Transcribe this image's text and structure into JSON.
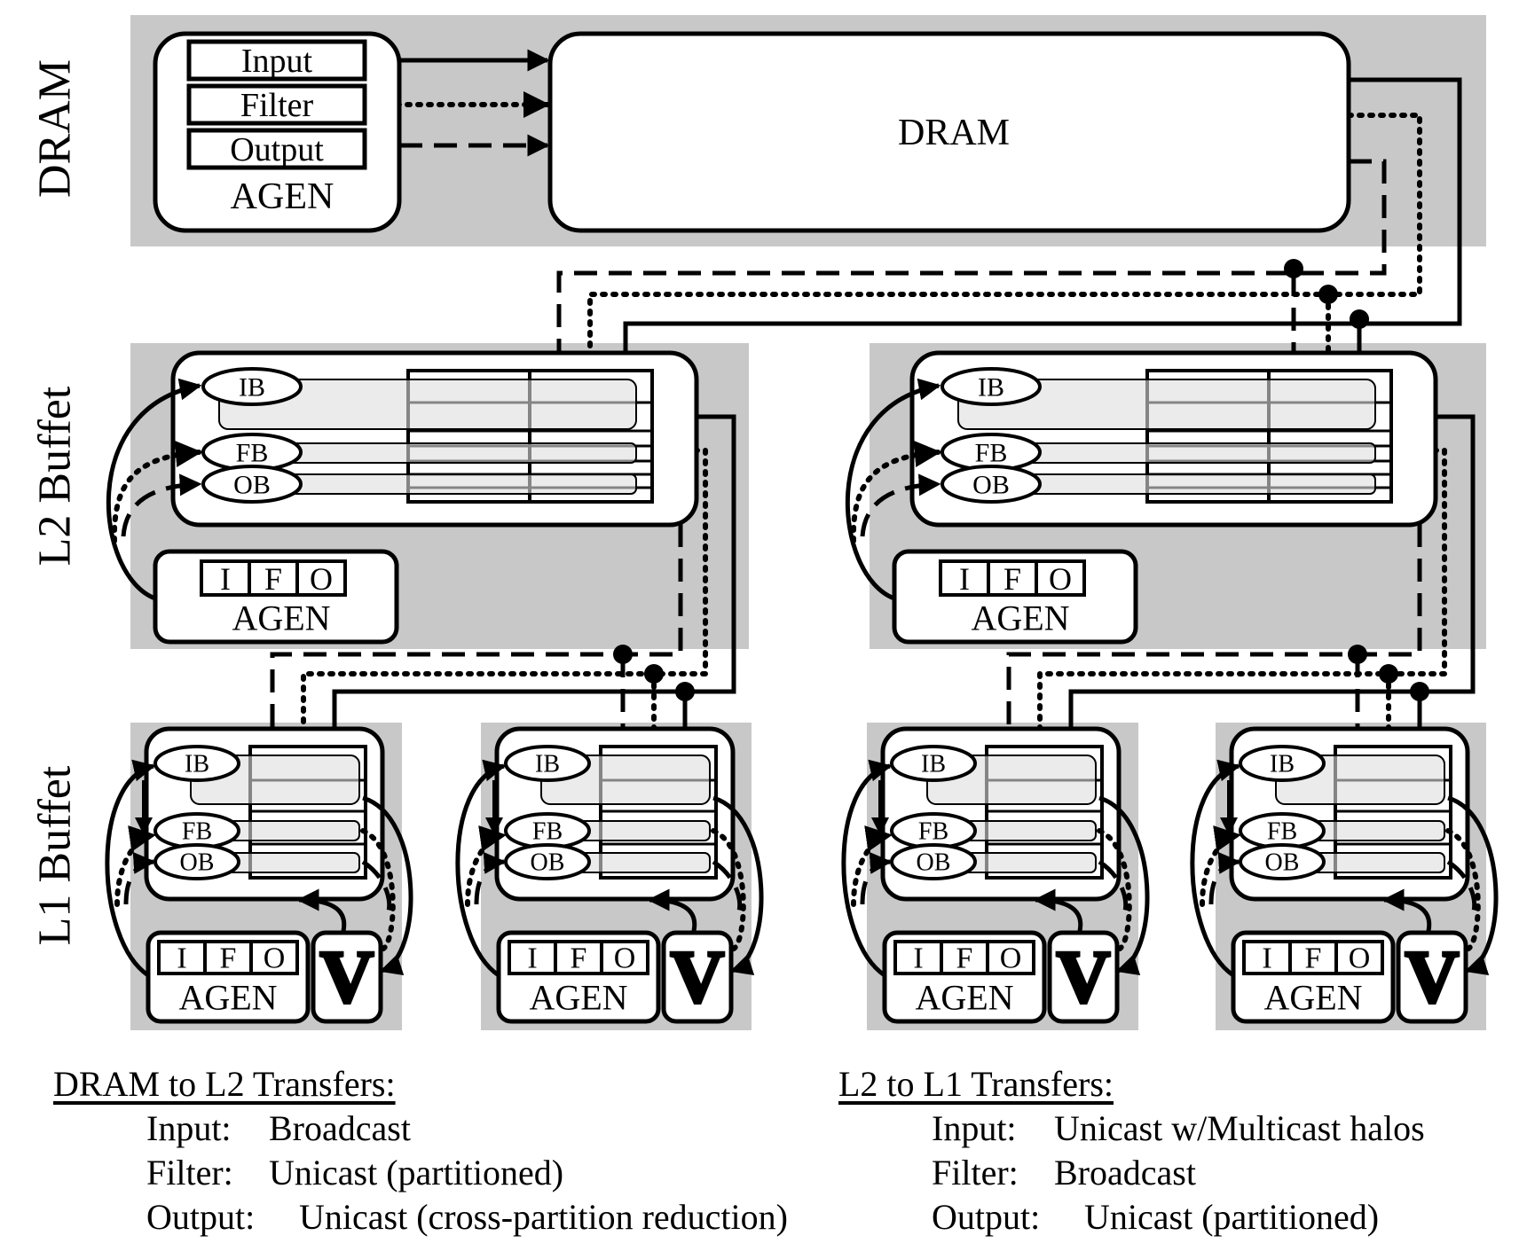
{
  "levels": {
    "dram": "DRAM",
    "l2": "L2 Buffet",
    "l1": "L1 Buffet"
  },
  "dram_box": {
    "label": "DRAM"
  },
  "dram_agen": {
    "rows": [
      "Input",
      "Filter",
      "Output"
    ],
    "label": "AGEN"
  },
  "buffer_labels": {
    "ib": "IB",
    "fb": "FB",
    "ob": "OB"
  },
  "agen_fields": [
    "I",
    "F",
    "O"
  ],
  "agen_label": "AGEN",
  "vector_unit": "V",
  "legend_left": {
    "heading": "DRAM to L2 Transfers:",
    "rows": [
      {
        "key": "Input:",
        "value": "Broadcast"
      },
      {
        "key": "Filter:",
        "value": "Unicast (partitioned)"
      },
      {
        "key": "Output:",
        "value": "Unicast (cross-partition reduction)"
      }
    ]
  },
  "legend_right": {
    "heading": "L2 to L1 Transfers:",
    "rows": [
      {
        "key": "Input:",
        "value": "Unicast w/Multicast halos"
      },
      {
        "key": "Filter:",
        "value": "Broadcast"
      },
      {
        "key": "Output:",
        "value": "Unicast (partitioned)"
      }
    ]
  },
  "colors": {
    "panel": "#c8c8c8",
    "line": "#000000",
    "fill": "#ffffff",
    "bar": "#dedede",
    "v_fill": "#a8a8a8"
  }
}
